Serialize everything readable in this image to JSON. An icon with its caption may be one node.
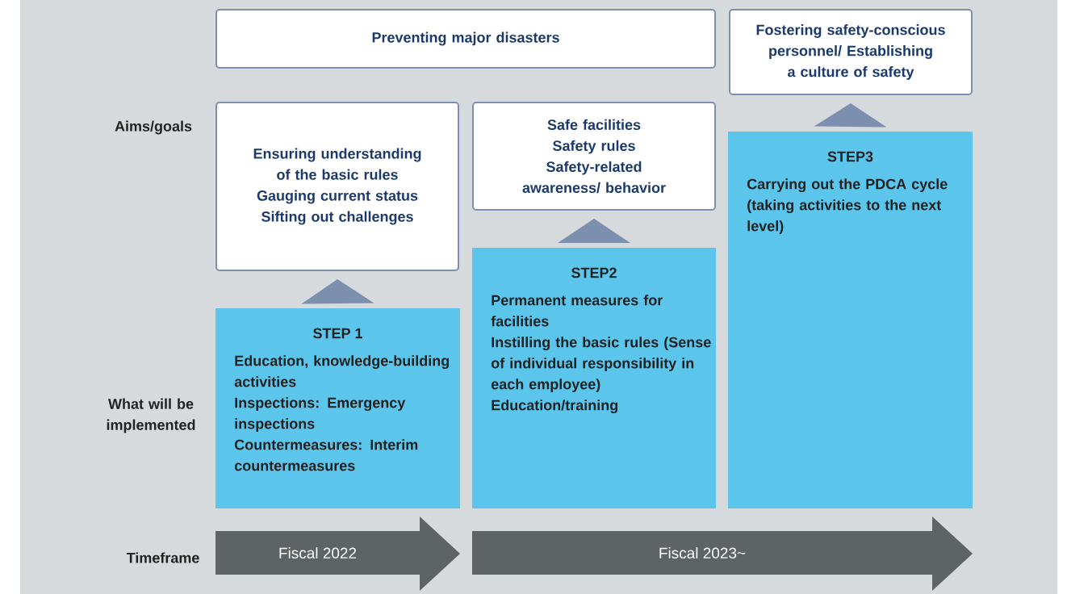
{
  "diagram": {
    "nodes": [
      {
        "text": [
          "Preventing major disasters"
        ]
      },
      {
        "text": [
          "Fostering safety-conscious personnel/ Establishing a culture of safety"
        ]
      },
      {
        "text": [
          "Ensuring understanding of the basic rules",
          "Gauging current status",
          "Sifting out challenges"
        ]
      },
      {
        "text": [
          "Safe facilities",
          "Safety rules",
          "Safety-related awareness/ behavior"
        ]
      },
      {
        "text": [
          "STEP 1",
          "Education, knowledge-building activities",
          "Inspections: Emergency inspections",
          "Countermeasures: Interim countermeasures"
        ]
      },
      {
        "text": [
          "STEP2",
          "Permanent measures for facilities",
          "Instilling the basic rules (Sense of individual responsibility in each employee)",
          "Education/training"
        ]
      },
      {
        "text": [
          "STEP3",
          "Carrying out the PDCA cycle (taking activities to the next level)"
        ]
      },
      {
        "text": [
          "Fiscal 2022"
        ]
      },
      {
        "text": [
          "Fiscal 2023~"
        ]
      }
    ],
    "edges": [
      {
        "from": 4,
        "to": 2,
        "arrow": "to"
      },
      {
        "from": 5,
        "to": 3,
        "arrow": "to"
      },
      {
        "from": 6,
        "to": 1,
        "arrow": "to"
      }
    ],
    "labels": [
      "Aims/goals",
      "What will be implemented",
      "Timeframe"
    ]
  }
}
